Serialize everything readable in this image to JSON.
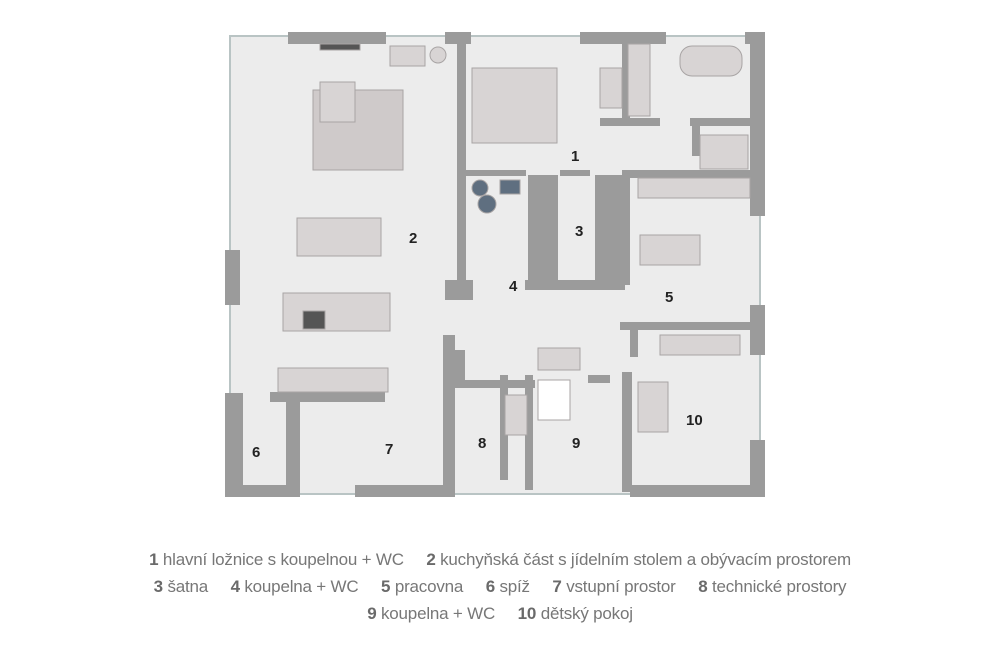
{
  "rooms": [
    {
      "num": "1",
      "name": "hlavní ložnice s koupelnou + WC"
    },
    {
      "num": "2",
      "name": "kuchyňská část s jídelním stolem a obývacím prostorem"
    },
    {
      "num": "3",
      "name": "šatna"
    },
    {
      "num": "4",
      "name": "koupelna + WC"
    },
    {
      "num": "5",
      "name": "pracovna"
    },
    {
      "num": "6",
      "name": "spíž"
    },
    {
      "num": "7",
      "name": "vstupní prostor"
    },
    {
      "num": "8",
      "name": "technické prostory"
    },
    {
      "num": "9",
      "name": "koupelna + WC"
    },
    {
      "num": "10",
      "name": "dětský pokoj"
    }
  ],
  "colors": {
    "floor": "#ececec",
    "wall": "#9b9b9b",
    "furniture": "#d6d2d2",
    "text": "#777777"
  }
}
